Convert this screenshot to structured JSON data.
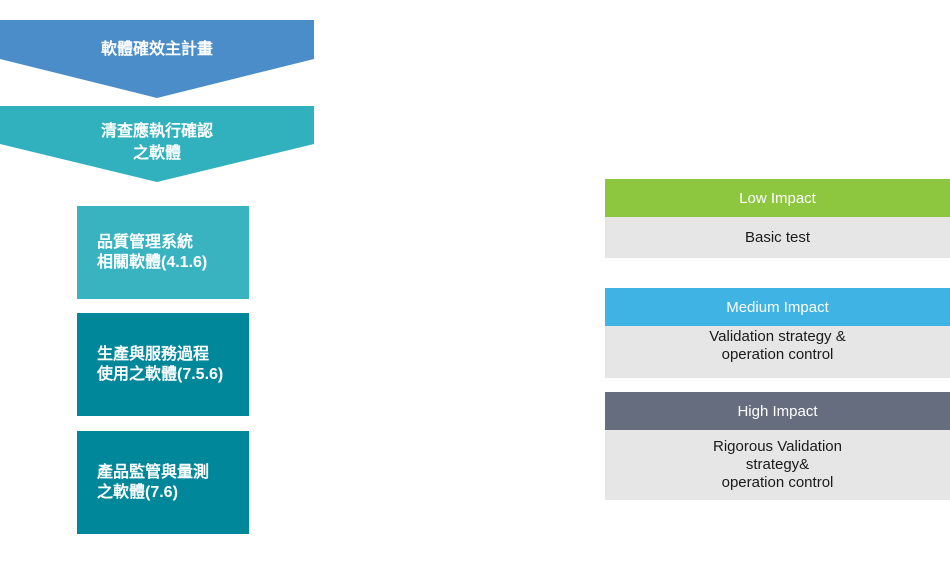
{
  "flow": {
    "step1": "軟體確效主計畫",
    "step2_line1": "清查應執行確認",
    "step2_line2": "之軟體",
    "box1_line1": "品質管理系統",
    "box1_line2": "相關軟體(4.1.6)",
    "box2_line1": "生產與服務過程",
    "box2_line2": "使用之軟體(7.5.6)",
    "box3_line1": "產品監管與量測",
    "box3_line2": "之軟體(7.6)"
  },
  "impacts": [
    {
      "header": "Low Impact",
      "color": "#8dc63f",
      "body": [
        "Basic test"
      ]
    },
    {
      "header": "Medium Impact",
      "color": "#3fb4e4",
      "body": [
        "Validation strategy &",
        "operation control"
      ]
    },
    {
      "header": "High Impact",
      "color": "#656d7e",
      "body": [
        "Rigorous Validation",
        "strategy&",
        "operation control"
      ]
    }
  ]
}
